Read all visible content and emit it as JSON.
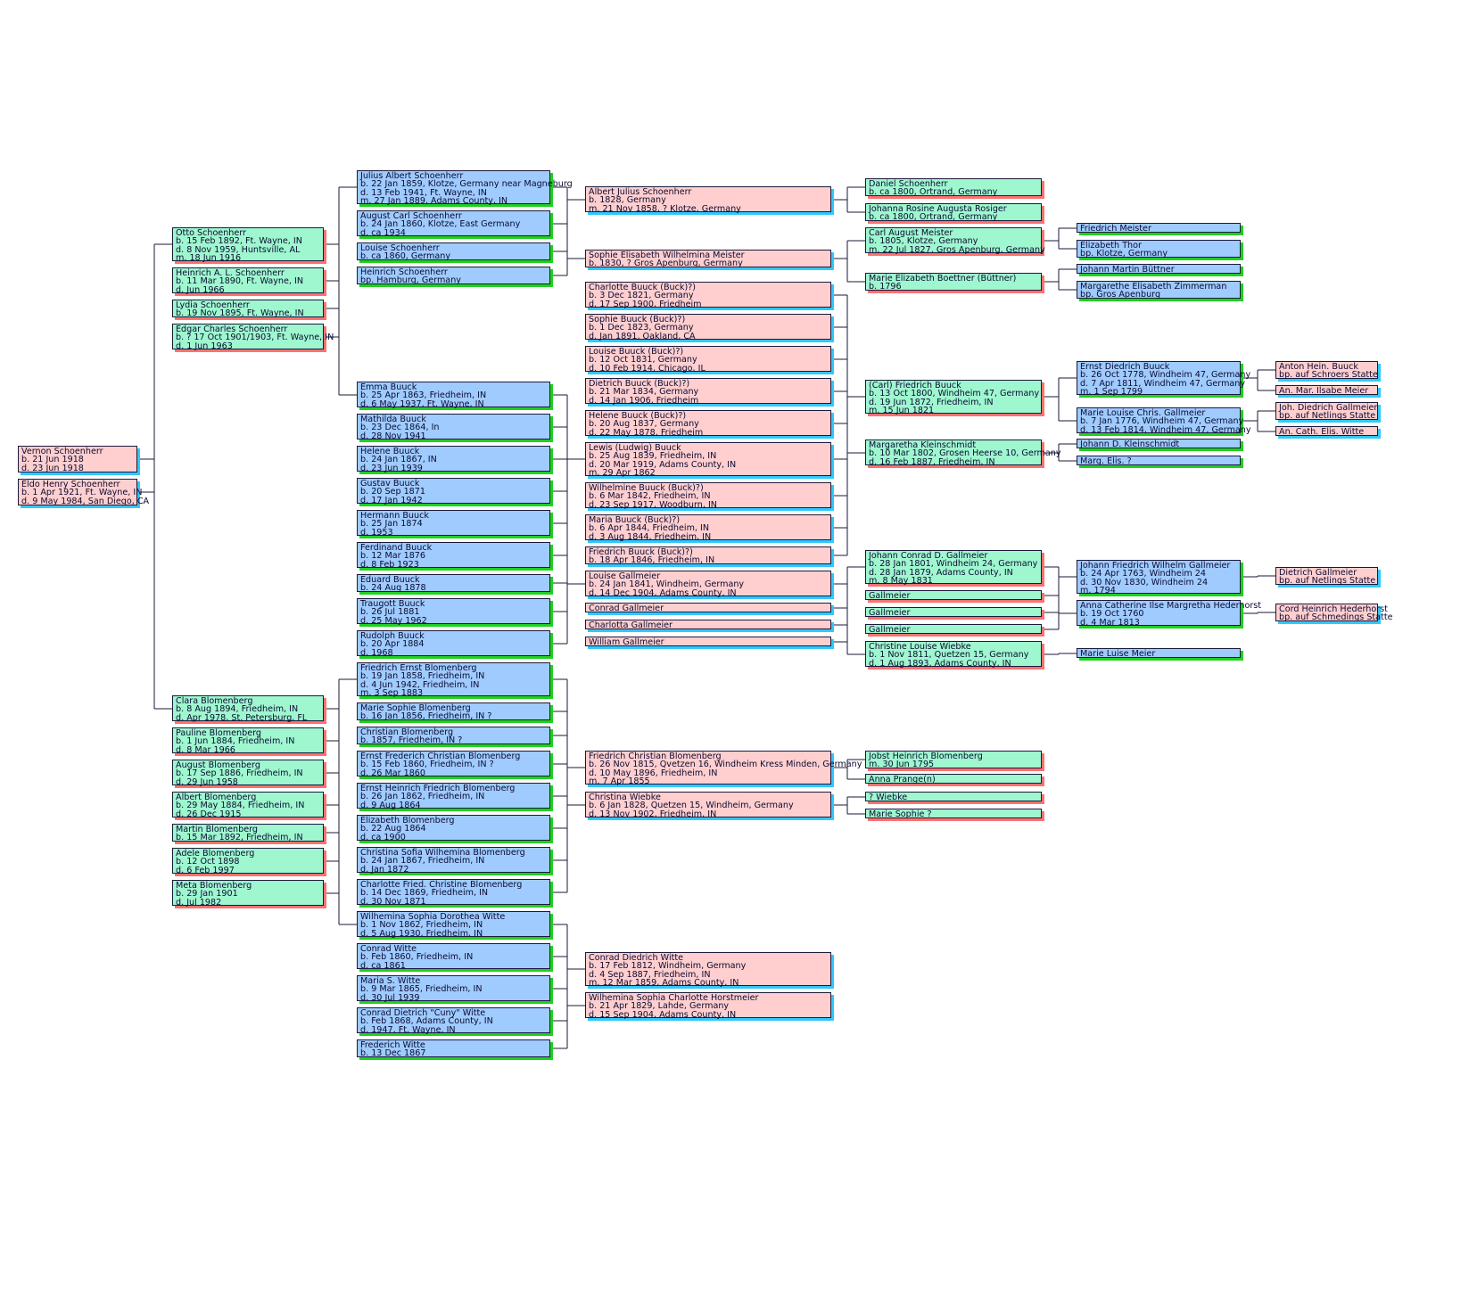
{
  "colors": {
    "green": "#9ff7cf",
    "blue": "#9fcbff",
    "pink": "#ffcfcf",
    "line": "#1a1a3a"
  },
  "people": {
    "vernon": [
      "Vernon Schoenherr",
      "b. 21 Jun 1918",
      "d. 23 Jun 1918"
    ],
    "eldo": [
      "Eldo Henry Schoenherr",
      "b. 1 Apr 1921, Ft. Wayne, IN",
      "d. 9 May 1984, San Diego, CA"
    ],
    "otto": [
      "Otto Schoenherr",
      "b. 15 Feb 1892, Ft. Wayne, IN",
      "d. 8 Nov 1959, Huntsville, AL",
      "m. 18 Jun 1916"
    ],
    "heinrich_al": [
      "Heinrich A. L. Schoenherr",
      "b. 11 Mar 1890, Ft. Wayne, IN",
      "d. Jun 1966"
    ],
    "lydia": [
      "Lydia Schoenherr",
      "b. 19 Nov 1895, Ft. Wayne, IN"
    ],
    "edgar": [
      "Edgar Charles Schoenherr",
      "b. ? 17 Oct 1901/1903, Ft. Wayne, IN",
      "d. 1 Jun 1963"
    ],
    "clara": [
      "Clara Blomenberg",
      "b. 8 Aug 1894, Friedheim, IN",
      "d. Apr 1978, St. Petersburg, FL"
    ],
    "pauline": [
      "Pauline Blomenberg",
      "b. 1 Jun 1884, Friedheim, IN",
      "d. 8 Mar 1966"
    ],
    "august_b": [
      "August Blomenberg",
      "b. 17 Sep 1886, Friedheim, IN",
      "d. 29 Jun 1958"
    ],
    "albert_b": [
      "Albert Blomenberg",
      "b. 29 May 1884, Friedheim, IN",
      "d. 26 Dec 1915"
    ],
    "martin_b": [
      "Martin Blomenberg",
      "b. 15 Mar 1892, Friedheim, IN"
    ],
    "adele_b": [
      "Adele Blomenberg",
      "b. 12 Oct 1898",
      "d. 6 Feb 1997"
    ],
    "meta_b": [
      "Meta Blomenberg",
      "b. 29 Jan 1901",
      "d. Jul 1982"
    ],
    "julius": [
      "Julius Albert Schoenherr",
      "b. 22 Jan 1859, Klotze, Germany near Magneburg",
      "d. 13 Feb 1941, Ft. Wayne, IN",
      "m. 27 Jan 1889, Adams County, IN"
    ],
    "august_carl": [
      "August Carl Schoenherr",
      "b. 24 Jan 1860, Klotze, East Germany",
      "d. ca 1934"
    ],
    "louise_s": [
      "Louise Schoenherr",
      "b. ca 1860, Germany"
    ],
    "heinrich_s": [
      "Heinrich Schoenherr",
      "bp. Hamburg, Germany"
    ],
    "emma": [
      "Emma Buuck",
      "b. 25 Apr 1863, Friedheim, IN",
      "d. 6 May 1937, Ft. Wayne, IN"
    ],
    "mathilda": [
      "Mathilda Buuck",
      "b. 23 Dec 1864, In",
      "d. 28 Nov 1941"
    ],
    "helene_b2": [
      "Helene Buuck",
      "b. 24 Jan 1867, IN",
      "d. 23 Jun 1939"
    ],
    "gustav": [
      "Gustav Buuck",
      "b. 20 Sep 1871",
      "d. 17 Jan 1942"
    ],
    "hermann": [
      "Hermann Buuck",
      "b. 25 Jan 1874",
      "d. 1953"
    ],
    "ferdinand": [
      "Ferdinand Buuck",
      "b. 12 Mar 1876",
      "d. 8 Feb 1923"
    ],
    "eduard": [
      "Eduard Buuck",
      "b. 24 Aug 1878"
    ],
    "traugott": [
      "Traugott Buuck",
      "b. 26 Jul 1881",
      "d. 25 May 1962"
    ],
    "rudolph": [
      "Rudolph Buuck",
      "b. 20 Apr 1884",
      "d. 1968"
    ],
    "friedrich_eb": [
      "Friedrich Ernst Blomenberg",
      "b. 19 Jan 1858, Friedheim, IN",
      "d. 4 Jun 1942, Friedheim, IN",
      "m. 3 Sep 1883"
    ],
    "marie_sb": [
      "Marie Sophie Blomenberg",
      "b. 16 Jan 1856, Friedheim, IN ?"
    ],
    "christian_b": [
      "Christian Blomenberg",
      "b. 1857, Friedheim, IN ?"
    ],
    "ernst_fcb": [
      "Ernst Frederich Christian Blomenberg",
      "b. 15 Feb 1860, Friedheim, IN ?",
      "d. 26 Mar 1860"
    ],
    "ernst_hfb": [
      "Ernst Heinrich Friedrich Blomenberg",
      "b. 26 Jan 1862, Friedheim, IN",
      "d. 9 Aug 1864"
    ],
    "elizabeth_b": [
      "Elizabeth Blomenberg",
      "b. 22 Aug 1864",
      "d. ca 1900"
    ],
    "christina_swb": [
      "Christina Sofia Wilhemina Blomenberg",
      "b. 24 Jan 1867, Friedheim, IN",
      "d. Jan 1872"
    ],
    "charlotte_fcb": [
      "Charlotte Fried. Christine Blomenberg",
      "b. 14 Dec 1869, Friedheim, IN",
      "d. 30 Nov 1871"
    ],
    "wilhemina_sdw": [
      "Wilhemina Sophia Dorothea Witte",
      "b. 1 Nov 1862, Friedheim, IN",
      "d. 5 Aug 1930, Friedheim, IN"
    ],
    "conrad_w": [
      "Conrad Witte",
      "b. Feb 1860, Friedheim, IN",
      "d. ca 1861"
    ],
    "maria_sw": [
      "Maria S. Witte",
      "b. 9 Mar 1865, Friedheim, IN",
      "d. 30 Jul 1939"
    ],
    "conrad_dw": [
      "Conrad Dietrich \"Cuny\" Witte",
      "b. Feb 1868, Adams County, IN",
      "d. 1947, Ft. Wayne, IN"
    ],
    "frederich_w": [
      "Frederich Witte",
      "b. 13 Dec 1867"
    ],
    "albert_js": [
      "Albert Julius Schoenherr",
      "b. 1828, Germany",
      "m. 21 Nov 1858, ? Klotze, Germany"
    ],
    "sophie_ewm": [
      "Sophie Elisabeth Wilhelmina Meister",
      "b. 1830, ? Gros Apenburg, Germany"
    ],
    "charlotte_bb": [
      "Charlotte Buuck (Buck)?)",
      "b. 3 Dec 1821, Germany",
      "d. 17 Sep 1900, Friedheim"
    ],
    "sophie_bb": [
      "Sophie Buuck (Buck)?)",
      "b. 1 Dec 1823, Germany",
      "d. Jan 1891, Oakland, CA"
    ],
    "louise_bb": [
      "Louise Buuck (Buck)?)",
      "b. 12 Oct 1831, Germany",
      "d. 10 Feb 1914, Chicago, IL"
    ],
    "dietrich_bb": [
      "Dietrich Buuck (Buck)?)",
      "b. 21 Mar 1834, Germany",
      "d. 14 Jan 1906, Friedheim"
    ],
    "helene_bb": [
      "Helene Buuck (Buck)?)",
      "b. 20 Aug 1837, Germany",
      "d. 22 May 1878, Friedheim"
    ],
    "lewis_lb": [
      "Lewis (Ludwig) Buuck",
      "b. 25 Aug 1839, Friedheim, IN",
      "d. 20 Mar 1919, Adams County, IN",
      "m. 29 Apr 1862"
    ],
    "wilhelmine_bb": [
      "Wilhelmine Buuck (Buck)?)",
      "b. 6 Mar 1842, Friedheim, IN",
      "d. 23 Sep 1917, Woodburn, IN"
    ],
    "maria_bb": [
      "Maria Buuck (Buck)?)",
      "b. 6 Apr 1844, Friedheim, IN",
      "d. 3 Aug 1844, Friedheim, IN"
    ],
    "friedrich_bb": [
      "Friedrich Buuck (Buck)?)",
      "b. 18 Apr 1846, Friedheim, IN"
    ],
    "louise_g": [
      "Louise Gallmeier",
      "b. 24 Jan 1841, Windheim, Germany",
      "d. 14 Dec 1904, Adams County, IN"
    ],
    "conrad_g": [
      "Conrad Gallmeier"
    ],
    "charlotta_g": [
      "Charlotta Gallmeier"
    ],
    "william_g": [
      "William Gallmeier"
    ],
    "friedrich_cb": [
      "Friedrich Christian Blomenberg",
      "b. 26 Nov 1815, Qvetzen 16, Windheim Kress Minden, Germany",
      "d. 10 May 1896, Friedheim, IN",
      "m. 7 Apr 1855"
    ],
    "christina_w": [
      "Christina Wiebke",
      "b. 6 Jan 1828, Quetzen 15, Windheim, Germany",
      "d. 13 Nov 1902, Friedheim, IN"
    ],
    "conrad_dw2": [
      "Conrad Diedrich Witte",
      "b. 17 Feb 1812, Windheim, Germany",
      "d. 4 Sep 1887, Friedheim, IN",
      "m. 12 Mar 1859, Adams County, IN"
    ],
    "wilhemina_sch": [
      "Wilhemina Sophia Charlotte Horstmeier",
      "b. 21 Apr 1829, Lahde, Germany",
      "d. 15 Sep 1904, Adams County, IN"
    ],
    "daniel_s": [
      "Daniel Schoenherr",
      "b. ca 1800, Ortrand, Germany"
    ],
    "johanna_r": [
      "Johanna Rosine Augusta Rosiger",
      "b. ca 1800, Ortrand, Germany"
    ],
    "carl_am": [
      "Carl August Meister",
      "b. 1805, Klotze, Germany",
      "m. 22 Jul 1827, Gros Apenburg, Germany"
    ],
    "marie_eb": [
      "Marie Elizabeth Boettner (Büttner)",
      "b. 1796"
    ],
    "carl_fb": [
      "(Carl) Friedrich Buuck",
      "b. 13 Oct 1800, Windheim 47, Germany",
      "d. 19 Jun 1872, Friedheim, IN",
      "m. 15 Jun 1821"
    ],
    "margaretha_k": [
      "Margaretha Kleinschmidt",
      "b. 10 Mar 1802, Grosen Heerse 10, Germany",
      "d. 16 Feb 1887, Friedheim, IN"
    ],
    "johann_cdg": [
      "Johann Conrad D. Gallmeier",
      "b. 28 Jan 1801, Windheim 24, Germany",
      "d. 28 Jan 1879, Adams County, IN",
      "m. 8 May 1831"
    ],
    "gallmeier1": [
      "Gallmeier"
    ],
    "gallmeier2": [
      "Gallmeier"
    ],
    "gallmeier3": [
      "Gallmeier"
    ],
    "christine_lw": [
      "Christine Louise Wiebke",
      "b. 1 Nov 1811, Quetzen 15, Germany",
      "d. 1 Aug 1893, Adams County, IN"
    ],
    "jobst_hb": [
      "Jobst Heinrich Blomenberg",
      "m. 30 Jun 1795"
    ],
    "anna_p": [
      "Anna Prange(n)"
    ],
    "q_wiebke": [
      "? Wiebke"
    ],
    "marie_sophie_q": [
      "Marie Sophie ?"
    ],
    "friedrich_m": [
      "Friedrich Meister"
    ],
    "elizabeth_t": [
      "Elizabeth Thor",
      "bp. Klotze, Germany"
    ],
    "johann_mb": [
      "Johann Martin Büttner"
    ],
    "margarethe_ez": [
      "Margarethe Elisabeth Zimmerman",
      "bp. Gros Apenburg"
    ],
    "ernst_db": [
      "Ernst Diedrich Buuck",
      "b. 26 Oct 1778, Windheim 47, Germany",
      "d. 7 Apr 1811, Windheim 47, Germany",
      "m. 1 Sep 1799"
    ],
    "marie_lcg": [
      "Marie Louise Chris. Gallmeier",
      "b. 7 Jan 1776, Windheim 47, Germany",
      "d. 13 Feb 1814, Windheim 47, Germany"
    ],
    "johann_dk": [
      "Johann D. Kleinschmidt"
    ],
    "marg_elis": [
      "Marg. Elis. ?"
    ],
    "johann_fwg": [
      "Johann Friedrich Wilhelm Gallmeier",
      "b. 24 Apr 1763, Windheim 24",
      "d. 30 Nov 1830, Windheim 24",
      "m. 1794"
    ],
    "anna_cimh": [
      "Anna Catherine Ilse Margretha Hederhorst",
      "b. 19 Oct 1760",
      "d. 4 Mar 1813"
    ],
    "marie_lm": [
      "Marie Luise Meier"
    ],
    "anton_hb": [
      "Anton Hein. Buuck",
      "bp. auf Schroers Statte"
    ],
    "an_mar_im": [
      "An. Mar. Ilsabe Meier"
    ],
    "joh_dg": [
      "Joh. Diedrich Gallmeier",
      "bp. auf Netlings Statte"
    ],
    "an_cath_ew": [
      "An. Cath. Elis. Witte"
    ],
    "dietrich_g": [
      "Dietrich Gallmeier",
      "bp. auf Netlings Statte"
    ],
    "cord_hh": [
      "Cord Heinrich Hederhorst",
      "bp. auf Schmedings Statte"
    ]
  }
}
